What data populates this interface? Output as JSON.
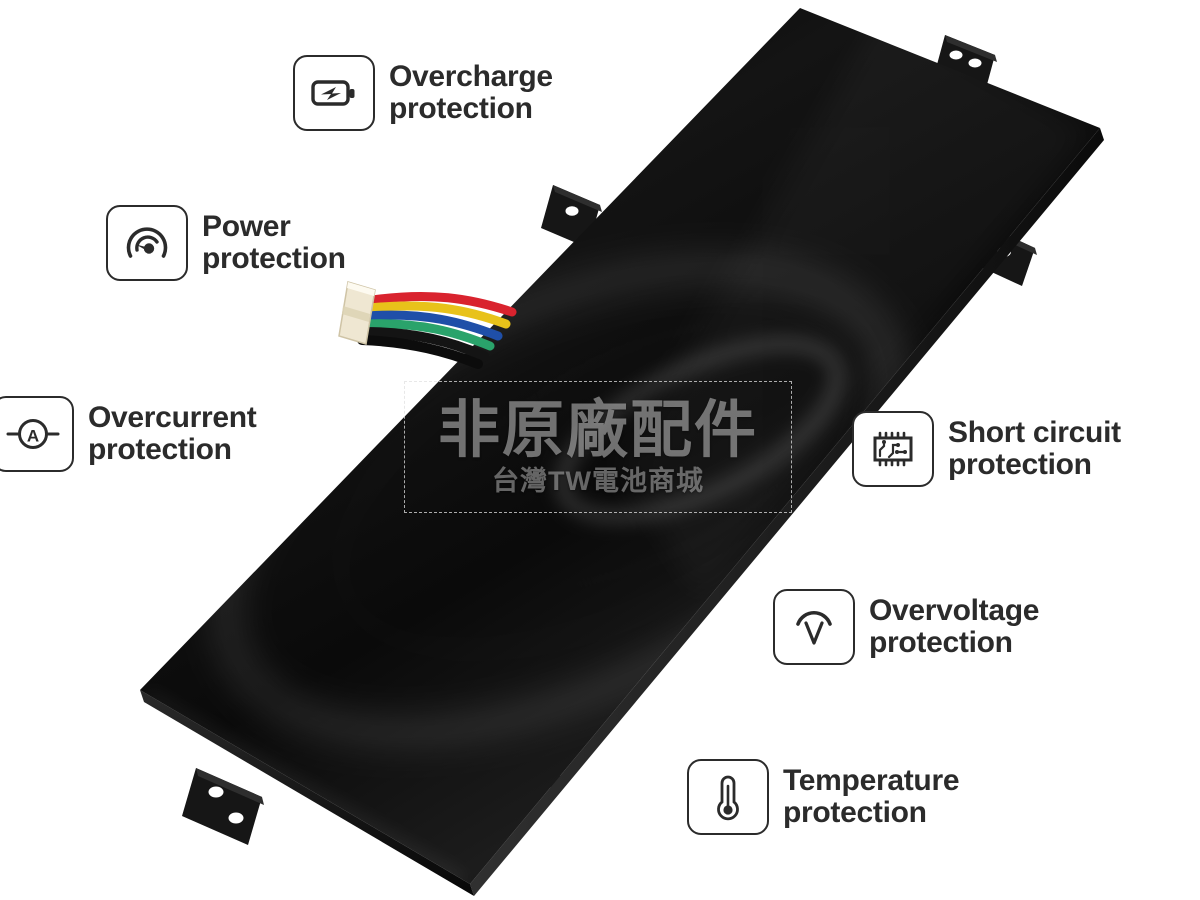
{
  "product": {
    "type": "laptop-battery",
    "body_color": "#121212",
    "connector": {
      "housing_color": "#efe7d2",
      "wire_colors": [
        "#d9232e",
        "#e8c21a",
        "#1f4fa8",
        "#2aa36b",
        "#111111",
        "#111111"
      ]
    },
    "mounting_tabs": 5
  },
  "callouts": [
    {
      "id": "overcharge",
      "icon": "battery-bolt-icon",
      "label": "Overcharge\nprotection"
    },
    {
      "id": "power",
      "icon": "gauge-icon",
      "label": "Power\nprotection"
    },
    {
      "id": "overcurrent",
      "icon": "ammeter-icon",
      "label": "Overcurrent\nprotection"
    },
    {
      "id": "short-circuit",
      "icon": "chip-icon",
      "label": "Short circuit\nprotection"
    },
    {
      "id": "overvoltage",
      "icon": "voltmeter-icon",
      "label": "Overvoltage\nprotection"
    },
    {
      "id": "temperature",
      "icon": "thermometer-icon",
      "label": "Temperature\nprotection"
    }
  ],
  "watermark": {
    "main": "非原廠配件",
    "sub": "台灣TW電池商城"
  },
  "colors": {
    "background": "#ffffff",
    "text": "#2b2b2b",
    "icon_stroke": "#2b2b2b"
  }
}
